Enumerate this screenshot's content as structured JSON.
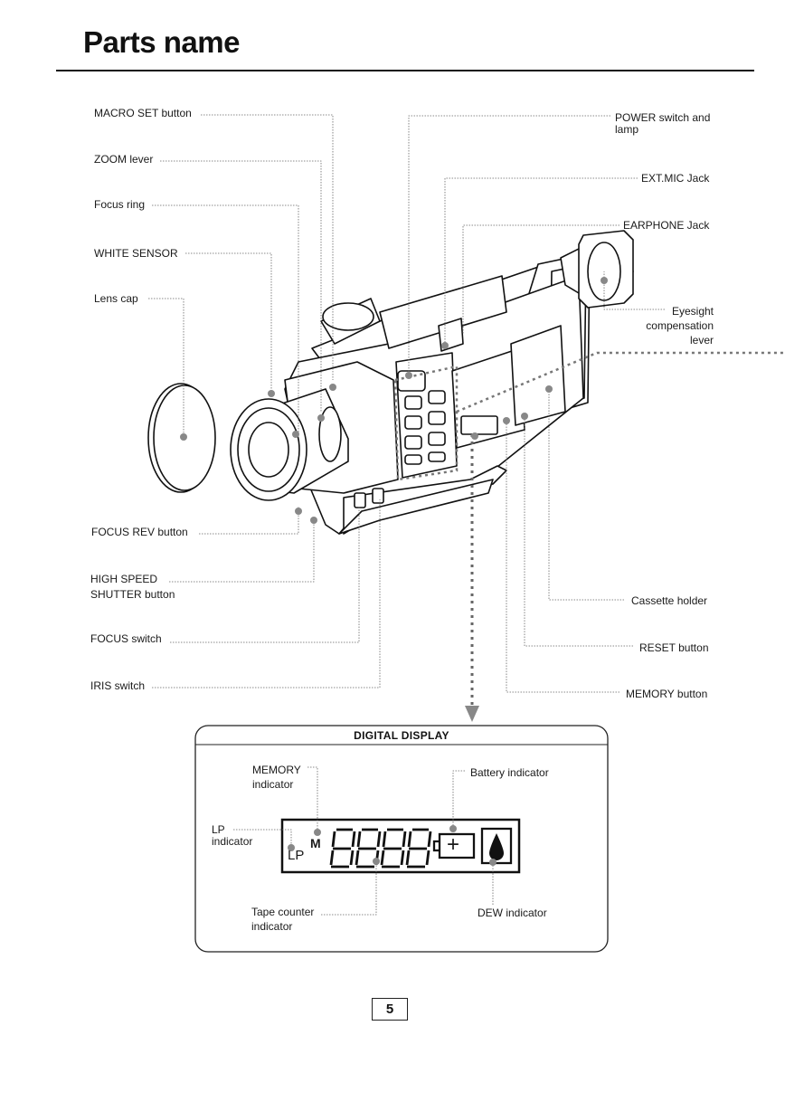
{
  "page": {
    "title": "Parts name",
    "page_number": "5"
  },
  "left_labels": {
    "macro_set": "MACRO SET button",
    "zoom": "ZOOM lever",
    "focus_ring": "Focus ring",
    "white_sensor": "WHITE SENSOR",
    "lens_cap": "Lens cap",
    "focus_rev": "FOCUS REV button",
    "high_speed_1": "HIGH SPEED",
    "high_speed_2": "SHUTTER button",
    "focus_switch": "FOCUS switch",
    "iris_switch": "IRIS switch"
  },
  "right_labels": {
    "power_1": "POWER switch and",
    "power_2": "lamp",
    "ext_mic": "EXT.MIC Jack",
    "earphone": "EARPHONE Jack",
    "eyesight_1": "Eyesight",
    "eyesight_2": "compensation",
    "eyesight_3": "lever",
    "cassette": "Cassette holder",
    "reset": "RESET button",
    "memory": "MEMORY button"
  },
  "digital_display": {
    "title": "DIGITAL DISPLAY",
    "memory_1": "MEMORY",
    "memory_2": "indicator",
    "battery": "Battery indicator",
    "lp_1": "LP",
    "lp_2": "indicator",
    "tape_1": "Tape counter",
    "tape_2": "indicator",
    "dew": "DEW indicator",
    "lcd_m": "M",
    "lcd_lp": "LP",
    "lcd_plus": "+"
  }
}
